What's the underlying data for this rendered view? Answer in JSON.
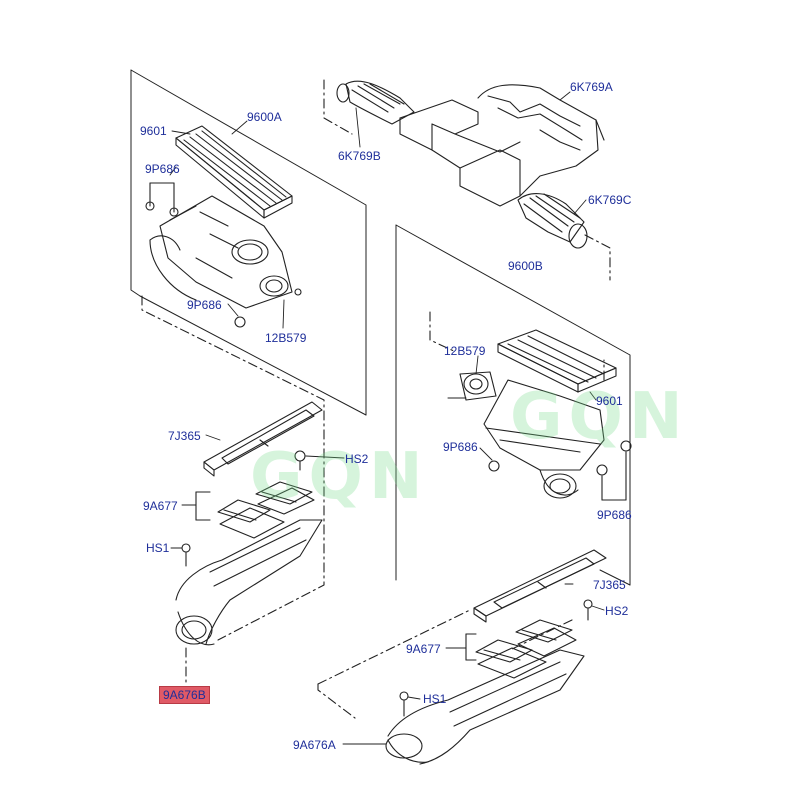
{
  "watermark": "GQN",
  "colors": {
    "label": "#1f2f9a",
    "highlight": "#e05a66",
    "line": "#222222",
    "watermark": "#7fdc8c"
  },
  "labels": {
    "l_9601_left": "9601",
    "l_9600A": "9600A",
    "l_9P686_top_left": "9P686",
    "l_9P686_mid_left": "9P686",
    "l_12B579_left": "12B579",
    "l_6K769A": "6K769A",
    "l_6K769B": "6K769B",
    "l_6K769C": "6K769C",
    "l_9600B": "9600B",
    "l_12B579_right": "12B579",
    "l_9601_right": "9601",
    "l_9P686_right_mid": "9P686",
    "l_9P686_right_bot": "9P686",
    "l_7J365_left": "7J365",
    "l_HS2_left": "HS2",
    "l_9A677_left": "9A677",
    "l_HS1_left": "HS1",
    "l_9A676B": "9A676B",
    "l_7J365_right": "7J365",
    "l_HS2_right": "HS2",
    "l_9A677_right": "9A677",
    "l_HS1_right": "HS1",
    "l_9A676A": "9A676A"
  }
}
